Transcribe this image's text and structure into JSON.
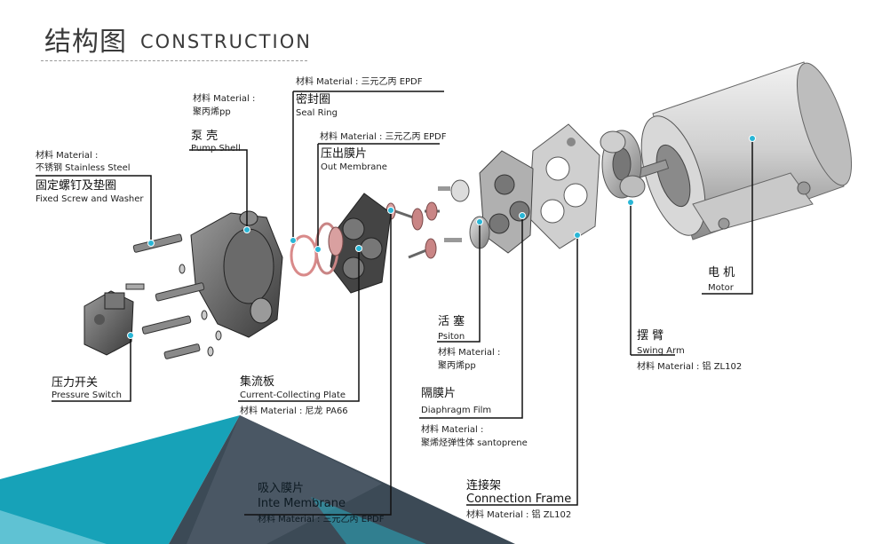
{
  "title": {
    "cn": "结构图",
    "en": "CONSTRUCTION"
  },
  "parts": [
    {
      "id": "fixed-screw",
      "cn": "固定螺钉及垫圈",
      "en": "Fixed Screw and Washer",
      "material_label": "材料 Material :",
      "material": "不锈钢 Stainless Steel"
    },
    {
      "id": "pump-shell",
      "cn": "泵 壳",
      "en": "Pump Shell",
      "material_label": "材料 Material :",
      "material": "聚丙烯pp"
    },
    {
      "id": "seal-ring",
      "cn": "密封圈",
      "en": "Seal Ring",
      "material_label": "材料 Material : 三元乙丙 EPDF"
    },
    {
      "id": "out-membrane",
      "cn": "压出膜片",
      "en": "Out Membrane",
      "material_label": "材料 Material : 三元乙丙 EPDF"
    },
    {
      "id": "motor",
      "cn": "电 机",
      "en": "Motor"
    },
    {
      "id": "piston",
      "cn": "活 塞",
      "en": "Psiton",
      "material_label": "材料 Material :",
      "material": "聚丙烯pp"
    },
    {
      "id": "swing-arm",
      "cn": "摆 臂",
      "en": "Swing Arm",
      "material_label": "材料 Material : 铝 ZL102"
    },
    {
      "id": "diaphragm",
      "cn": "隔膜片",
      "en": "Diaphragm Film",
      "material_label": "材料 Material :",
      "material": "聚烯烃弹性体 santoprene"
    },
    {
      "id": "pressure-switch",
      "cn": "压力开关",
      "en": "Pressure Switch"
    },
    {
      "id": "collecting-plate",
      "cn": "集流板",
      "en": "Current-Collecting Plate",
      "material_label": "材料 Material : 尼龙 PA66"
    },
    {
      "id": "inte-membrane",
      "cn": "吸入膜片",
      "en": "Inte Membrane",
      "material_label": "材料 Material : 三元乙丙 EPDF"
    },
    {
      "id": "connection-frame",
      "cn": "连接架",
      "en": "Connection Frame",
      "material_label": "材料 Material : 铝 ZL102"
    }
  ],
  "colors": {
    "marker": "#29b6d6",
    "teal": "#17a2b8",
    "dark_tri": "#3c4a56",
    "leader": "#111111",
    "pink_seal": "#d98a8a"
  }
}
